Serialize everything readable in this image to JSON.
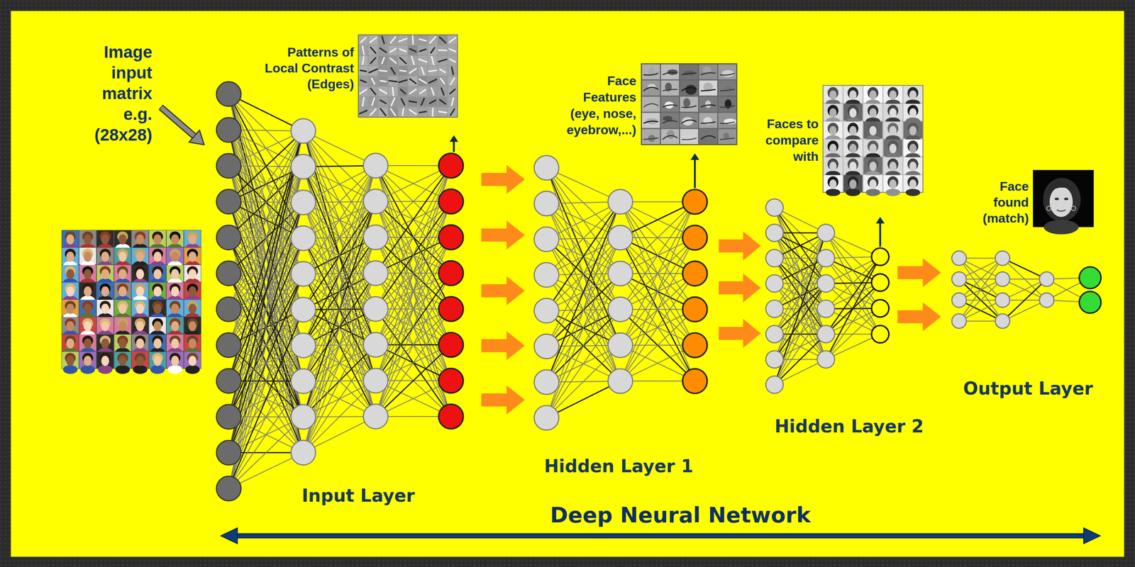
{
  "diagram": {
    "labels": [
      "Image input matrix e.g. (28x28)",
      "Patterns of Local Contrast (Edges)",
      "Face Features (eye, nose, eyebrow,...)",
      "Faces to compare with",
      "Face found (match)",
      "Input Layer",
      "Hidden Layer 1",
      "Hidden Layer 2",
      "Output Layer",
      "Deep Neural Network"
    ]
  }
}
